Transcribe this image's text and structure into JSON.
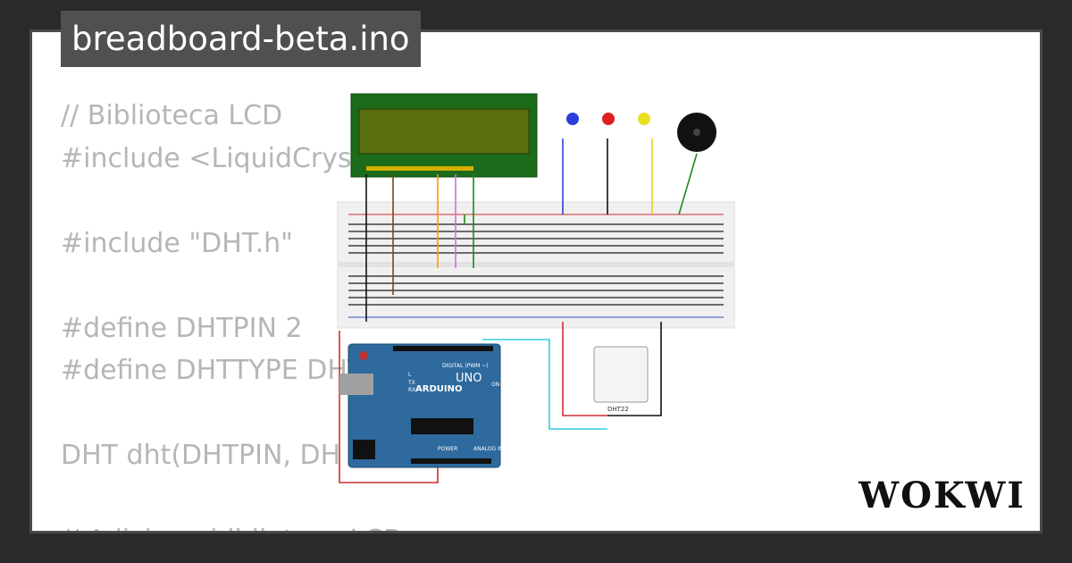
{
  "window": {
    "title": "breadboard-beta.ino"
  },
  "code_lines": [
    "// Biblioteca LCD",
    "#include <LiquidCryst",
    "",
    "#include \"DHT.h\"",
    "",
    "#define DHTPIN 2",
    "#define DHTTYPE DHT",
    "",
    "DHT dht(DHTPIN, DH",
    "",
    "// Adiciona biblioteca LCD"
  ],
  "brand": {
    "name": "WOKWI"
  },
  "circuit": {
    "arduino_label": "ARDUINO",
    "arduino_model": "UNO",
    "digital_label": "DIGITAL (PWM ~)",
    "power_label": "POWER",
    "analog_label": "ANALOG IN",
    "sensor_label": "DHT22",
    "tx_label": "TX",
    "rx_label": "RX",
    "on_label": "ON",
    "l_label": "L",
    "led_colors": [
      "#2a3fd8",
      "#e02020",
      "#e8e020"
    ],
    "lcd_color": "#5b6e10",
    "board_color": "#2e6a9e"
  }
}
